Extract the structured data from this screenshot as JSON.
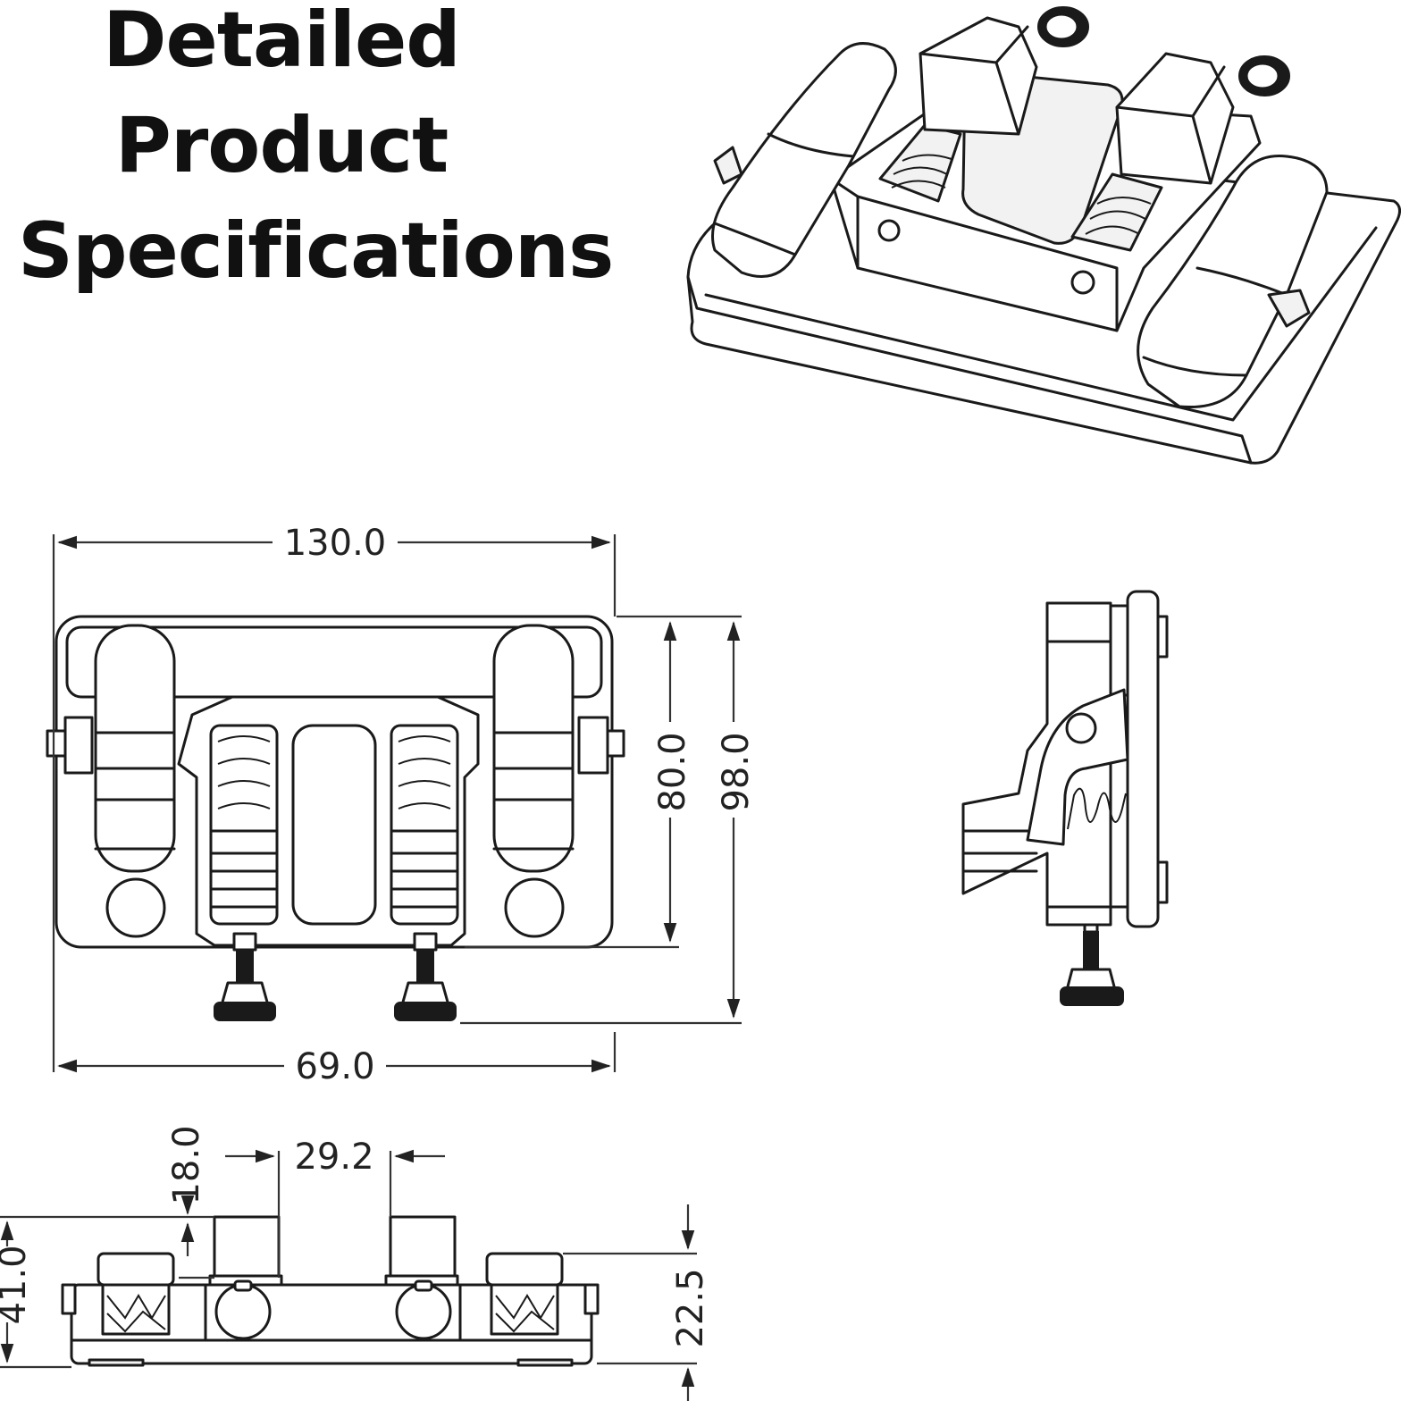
{
  "title": {
    "line1": "Detailed",
    "line2": "Product",
    "line3": "Specifications"
  },
  "dimensions": {
    "overall_width": "130.0",
    "inner_height": "80.0",
    "overall_height": "98.0",
    "base_width": "69.0",
    "block_height": "18.0",
    "block_spacing": "29.2",
    "side_height": "41.0",
    "profile_height": "22.5"
  },
  "colors": {
    "line": "#1a1a1a",
    "background": "#ffffff"
  }
}
